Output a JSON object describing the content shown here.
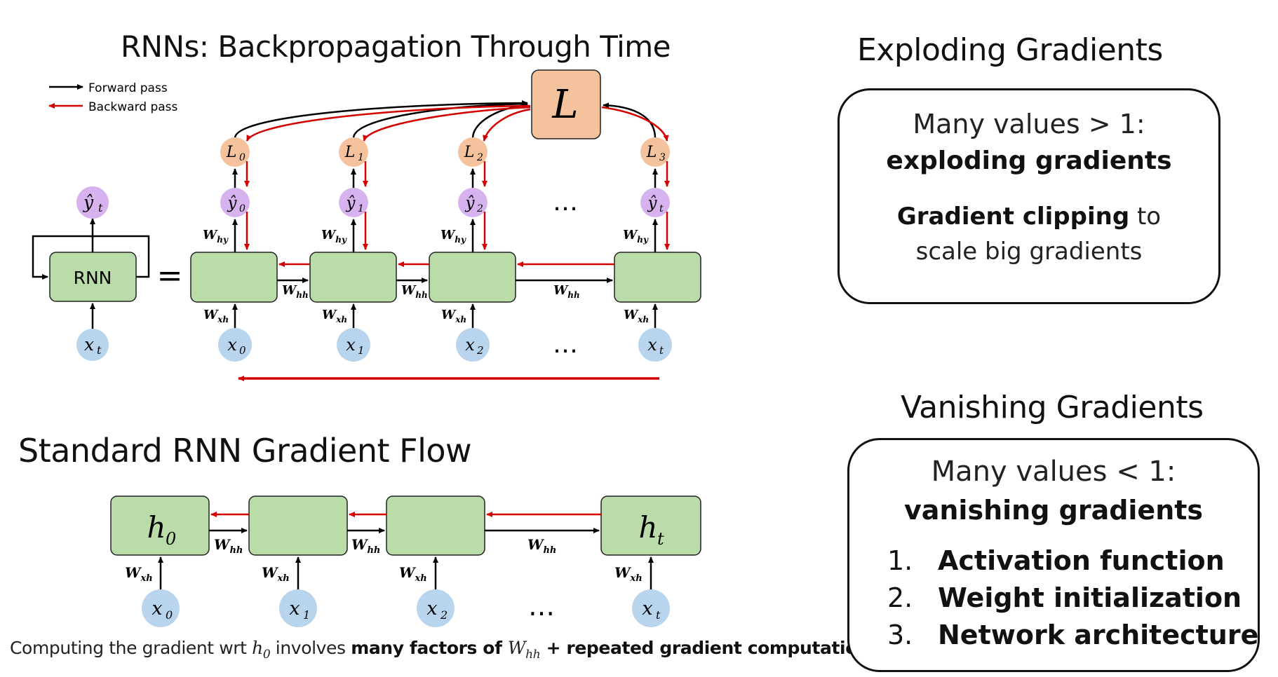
{
  "top_left": {
    "title": "RNNs: Backpropagation Through Time",
    "legend": {
      "forward": "Forward pass",
      "backward": "Backward pass"
    },
    "colors": {
      "forward": "#000000",
      "backward": "#d40000",
      "cell": "#b9dca8",
      "loss": "#f4c29d",
      "output": "#d6b3ee",
      "input": "#b9d5ee"
    },
    "rnn_label": "RNN",
    "equals": "=",
    "rolled": {
      "output": "ŷ",
      "output_sub": "t",
      "input": "x",
      "input_sub": "t"
    },
    "loss": "L",
    "losses": [
      {
        "base": "L",
        "sub": "0"
      },
      {
        "base": "L",
        "sub": "1"
      },
      {
        "base": "L",
        "sub": "2"
      },
      {
        "base": "L",
        "sub": "3"
      }
    ],
    "outputs": [
      {
        "base": "ŷ",
        "sub": "0"
      },
      {
        "base": "ŷ",
        "sub": "1"
      },
      {
        "base": "ŷ",
        "sub": "2"
      },
      {
        "base": "ŷ",
        "sub": "t"
      }
    ],
    "inputs": [
      {
        "base": "x",
        "sub": "0"
      },
      {
        "base": "x",
        "sub": "1"
      },
      {
        "base": "x",
        "sub": "2"
      },
      {
        "base": "x",
        "sub": "t"
      }
    ],
    "weights": {
      "hy": "W",
      "hy_sub": "hy",
      "hh": "W",
      "hh_sub": "hh",
      "xh": "W",
      "xh_sub": "xh"
    },
    "ellipsis": "…"
  },
  "bottom_left": {
    "title": "Standard RNN Gradient Flow",
    "hidden": [
      {
        "base": "h",
        "sub": "0"
      },
      {
        "base": "",
        "sub": ""
      },
      {
        "base": "",
        "sub": ""
      },
      {
        "base": "h",
        "sub": "t"
      }
    ],
    "inputs": [
      {
        "base": "x",
        "sub": "0"
      },
      {
        "base": "x",
        "sub": "1"
      },
      {
        "base": "x",
        "sub": "2"
      },
      {
        "base": "x",
        "sub": "t"
      }
    ],
    "ellipsis": "…",
    "caption": {
      "part1": "Computing the gradient wrt ",
      "h": "h",
      "h_sub": "0",
      "part2": " involves ",
      "bold1": "many factors of ",
      "w": "W",
      "w_sub": "hh",
      "bold2": " + repeated gradient computation",
      "end": "!"
    }
  },
  "exploding": {
    "title": "Exploding Gradients",
    "line1": "Many values > 1:",
    "line2": "exploding gradients",
    "line3_bold": "Gradient clipping",
    "line3_rest": " to",
    "line4": "scale big gradients"
  },
  "vanishing": {
    "title": "Vanishing Gradients",
    "line1": "Many values < 1:",
    "line2": "vanishing gradients",
    "items": [
      {
        "num": "1.",
        "label": "Activation function"
      },
      {
        "num": "2.",
        "label": "Weight initialization"
      },
      {
        "num": "3.",
        "label": "Network architecture"
      }
    ]
  }
}
